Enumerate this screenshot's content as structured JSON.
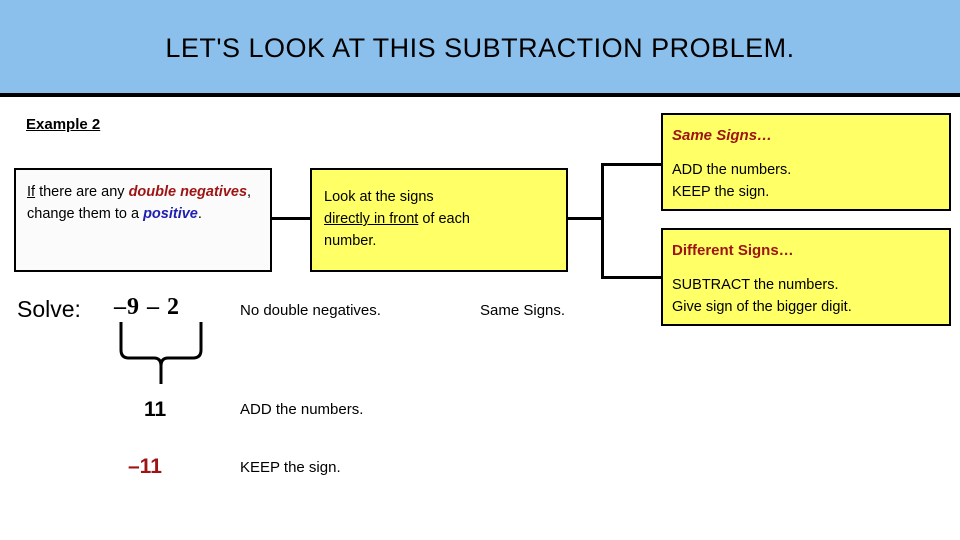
{
  "slide": {
    "title": "LET'S  LOOK  AT  THIS  SUBTRACTION  PROBLEM.",
    "header_color": "#8cc0ec",
    "example_label": "Example 2"
  },
  "flow": {
    "box_double_negatives": {
      "background": "#fbfbfb",
      "text_plain_1": "If",
      "text_plain_2": " there are any ",
      "emphasis_1": "double negatives",
      "text_plain_3": ", change them to a ",
      "emphasis_2": "positive",
      "text_plain_4": "."
    },
    "box_look_signs": {
      "background": "#ffff66",
      "line_1": "Look at the signs",
      "underlined": "directly in front",
      "line_2_tail": " of each",
      "line_3": "number."
    },
    "box_same_signs": {
      "background": "#ffff66",
      "heading": "Same Signs…",
      "line_1": "ADD the numbers.",
      "line_2": "KEEP the sign."
    },
    "box_different_signs": {
      "background": "#ffff66",
      "heading": "Different Signs…",
      "line_1": "SUBTRACT the numbers.",
      "line_2": "Give sign of the bigger digit."
    }
  },
  "work": {
    "solve_label": "Solve:",
    "expression": "–9 – 2",
    "note_no_double_negatives": "No double negatives.",
    "note_same_signs": "Same Signs.",
    "result_sum": "11",
    "result_sum_note": "ADD the numbers.",
    "result_signed": "–11",
    "result_signed_note": "KEEP the sign."
  },
  "colors": {
    "accent_red": "#9e1313",
    "accent_blue": "#1f20b0",
    "yellow": "#ffff66",
    "header_blue": "#8cc0ec"
  }
}
